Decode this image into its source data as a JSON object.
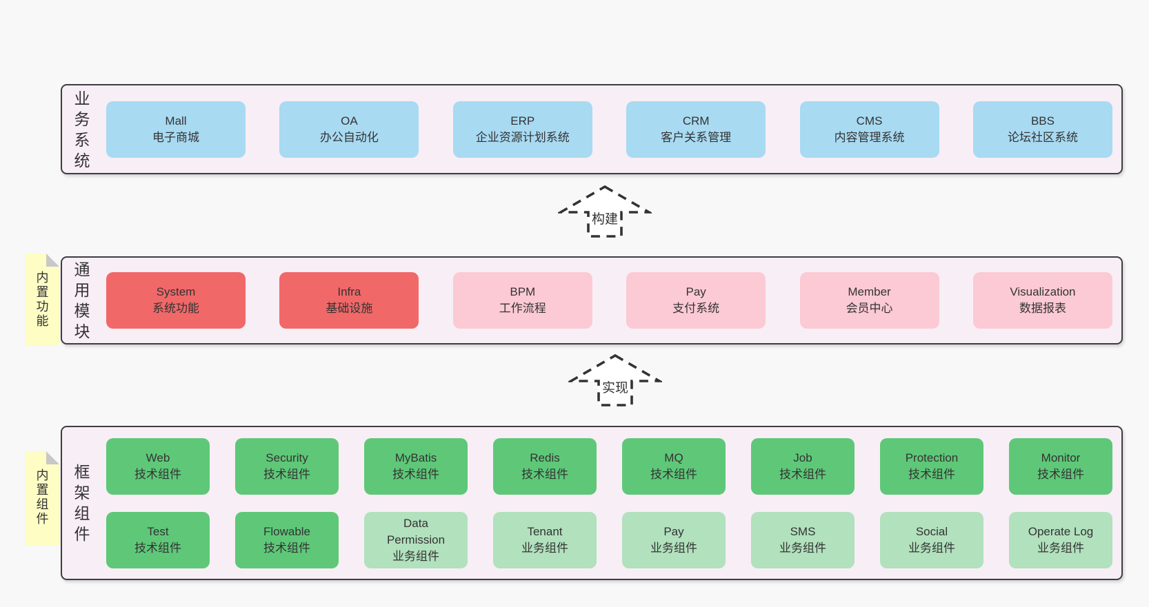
{
  "diagram": {
    "layers": {
      "business": {
        "label": "业务系统",
        "boxes": [
          {
            "en": "Mall",
            "zh": "电子商城"
          },
          {
            "en": "OA",
            "zh": "办公自动化"
          },
          {
            "en": "ERP",
            "zh": "企业资源计划系统"
          },
          {
            "en": "CRM",
            "zh": "客户关系管理"
          },
          {
            "en": "CMS",
            "zh": "内容管理系统"
          },
          {
            "en": "BBS",
            "zh": "论坛社区系统"
          }
        ]
      },
      "modules": {
        "label": "通用模块",
        "note": "内置功能",
        "boxes": [
          {
            "en": "System",
            "zh": "系统功能"
          },
          {
            "en": "Infra",
            "zh": "基础设施"
          },
          {
            "en": "BPM",
            "zh": "工作流程"
          },
          {
            "en": "Pay",
            "zh": "支付系统"
          },
          {
            "en": "Member",
            "zh": "会员中心"
          },
          {
            "en": "Visualization",
            "zh": "数据报表"
          }
        ]
      },
      "framework": {
        "label": "框架组件",
        "note": "内置组件",
        "row1": [
          {
            "en": "Web",
            "zh": "技术组件"
          },
          {
            "en": "Security",
            "zh": "技术组件"
          },
          {
            "en": "MyBatis",
            "zh": "技术组件"
          },
          {
            "en": "Redis",
            "zh": "技术组件"
          },
          {
            "en": "MQ",
            "zh": "技术组件"
          },
          {
            "en": "Job",
            "zh": "技术组件"
          },
          {
            "en": "Protection",
            "zh": "技术组件"
          },
          {
            "en": "Monitor",
            "zh": "技术组件"
          }
        ],
        "row2": [
          {
            "en": "Test",
            "zh": "技术组件"
          },
          {
            "en": "Flowable",
            "zh": "技术组件"
          },
          {
            "en": "Data Permission",
            "zh": "业务组件"
          },
          {
            "en": "Tenant",
            "zh": "业务组件"
          },
          {
            "en": "Pay",
            "zh": "业务组件"
          },
          {
            "en": "SMS",
            "zh": "业务组件"
          },
          {
            "en": "Social",
            "zh": "业务组件"
          },
          {
            "en": "Operate Log",
            "zh": "业务组件"
          }
        ]
      }
    },
    "arrows": {
      "build": "构建",
      "implement": "实现"
    },
    "colors": {
      "blue": "#a8daf2",
      "red": "#f16868",
      "pink": "#fccad4",
      "green": "#5ec878",
      "light_green": "#b1e1bd",
      "panel_bg": "#f8eef6",
      "note_yellow": "#fdfdc4",
      "border": "#3d3d3d"
    }
  }
}
